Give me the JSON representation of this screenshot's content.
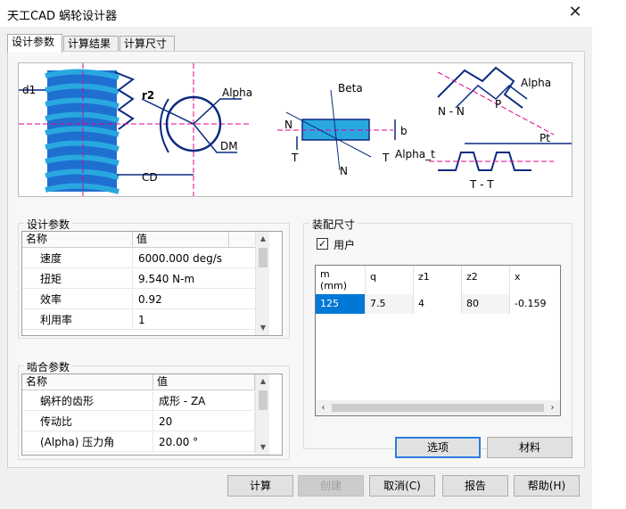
{
  "window": {
    "title": "天工CAD 蜗轮设计器",
    "close_glyph": "✕"
  },
  "tabs": [
    {
      "label": "设计参数",
      "active": true
    },
    {
      "label": "计算结果",
      "active": false
    },
    {
      "label": "计算尺寸",
      "active": false
    }
  ],
  "diagram": {
    "labels": {
      "d1": "d1",
      "r2": "r2",
      "alpha": "Alpha",
      "dm": "DM",
      "cd": "CD",
      "beta": "Beta",
      "n": "N",
      "t": "T",
      "b": "b",
      "nn": "N - N",
      "p": "P",
      "alpha2": "Alpha",
      "pt": "Pt",
      "alpha_t": "Alpha_t",
      "tt": "T - T"
    },
    "colors": {
      "blue": "#1f6fd1",
      "cyan": "#29a8e0",
      "magenta": "#e0008c",
      "navy": "#0a2a80"
    }
  },
  "design_params": {
    "title": "设计参数",
    "columns": [
      "名称",
      "值"
    ],
    "rows": [
      {
        "name": "速度",
        "value": "6000.000 deg/s"
      },
      {
        "name": "扭矩",
        "value": "9.540 N-m"
      },
      {
        "name": "效率",
        "value": "0.92"
      },
      {
        "name": "利用率",
        "value": "1"
      }
    ]
  },
  "mesh_params": {
    "title": "啮合参数",
    "columns": [
      "名称",
      "值"
    ],
    "rows": [
      {
        "name": "蜗杆的齿形",
        "value": "成形 - ZA"
      },
      {
        "name": "传动比",
        "value": "20"
      },
      {
        "name": "(Alpha) 压力角",
        "value": "20.00 °"
      }
    ]
  },
  "assembly": {
    "title": "装配尺寸",
    "user_label": "用户",
    "user_checked": true,
    "columns": [
      "m\n(mm)",
      "q",
      "z1",
      "z2",
      "x"
    ],
    "values": [
      "125",
      "7.5",
      "4",
      "80",
      "-0.159"
    ]
  },
  "buttons": {
    "options": "选项",
    "material": "材料",
    "calculate": "计算",
    "create": "创建",
    "cancel": "取消(C)",
    "report": "报告",
    "help": "帮助(H)"
  }
}
